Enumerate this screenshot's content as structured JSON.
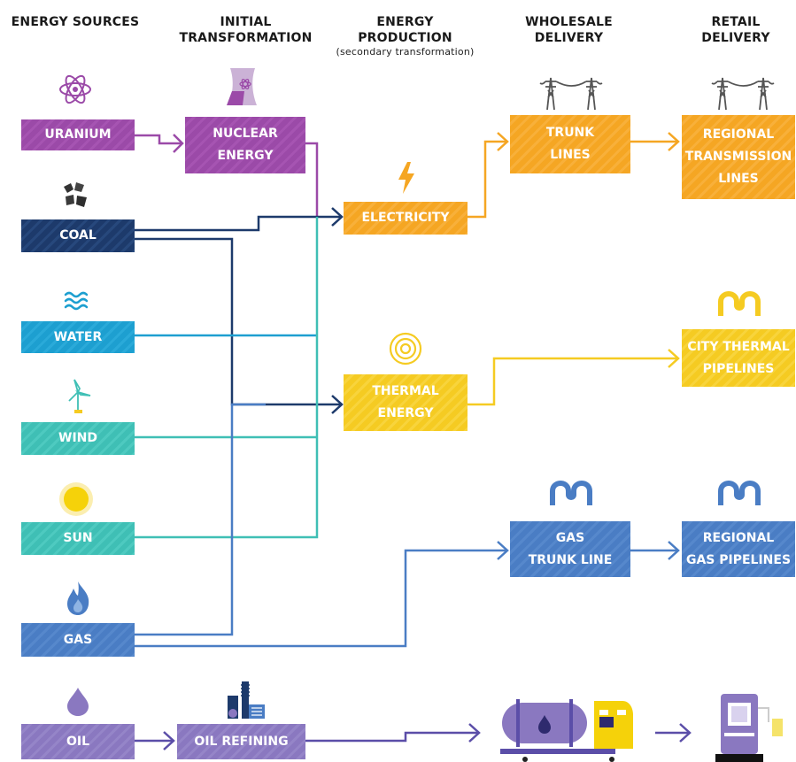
{
  "headers": {
    "sources": "ENERGY SOURCES",
    "initial_line1": "INITIAL",
    "initial_line2": "TRANSFORMATION",
    "production": "ENERGY PRODUCTION",
    "production_sub": "(secondary transformation)",
    "wholesale": "WHOLESALE DELIVERY",
    "retail": "RETAIL DELIVERY"
  },
  "sources": {
    "uranium": "URANIUM",
    "coal": "COAL",
    "water": "WATER",
    "wind": "WIND",
    "sun": "SUN",
    "gas": "GAS",
    "oil": "OIL"
  },
  "transform": {
    "nuclear_line1": "NUCLEAR",
    "nuclear_line2": "ENERGY",
    "oil_refining": "OIL REFINING"
  },
  "production": {
    "electricity": "ELECTRICITY",
    "thermal_line1": "THERMAL",
    "thermal_line2": "ENERGY"
  },
  "wholesale": {
    "trunk_line1": "TRUNK",
    "trunk_line2": "LINES",
    "gas_trunk_line1": "GAS",
    "gas_trunk_line2": "TRUNK LINE"
  },
  "retail": {
    "regional_tx_line1": "REGIONAL",
    "regional_tx_line2": "TRANSMISSION",
    "regional_tx_line3": "LINES",
    "city_thermal_line1": "CITY THERMAL",
    "city_thermal_line2": "PIPELINES",
    "regional_gas_line1": "REGIONAL",
    "regional_gas_line2": "GAS PIPELINES"
  },
  "icons": {
    "uranium": "atom-icon",
    "nuclear": "cooling-tower-icon",
    "coal": "coal-icon",
    "water": "waves-icon",
    "wind": "wind-turbine-icon",
    "sun": "sun-icon",
    "gas": "flame-icon",
    "oil": "oil-drop-icon",
    "refinery": "refinery-icon",
    "electricity": "lightning-icon",
    "thermal": "heat-rings-icon",
    "trunk": "power-pylon-icon",
    "regional_tx": "power-pylon-icon",
    "city_thermal": "pipe-loop-icon",
    "gas_trunk": "pipe-loop-icon",
    "regional_gas": "pipe-loop-icon",
    "oil_transport": "tank-truck-icon",
    "oil_retail": "fuel-pump-icon"
  },
  "colors": {
    "uranium": "#9b4aa8",
    "coal": "#1d3a6b",
    "water": "#1d9fd0",
    "wind": "#3fbfb5",
    "sun": "#3fbfb5",
    "gas": "#4a7dc4",
    "oil": "#8a78c0",
    "electricity": "#f5a623",
    "thermal": "#f5cb22"
  }
}
